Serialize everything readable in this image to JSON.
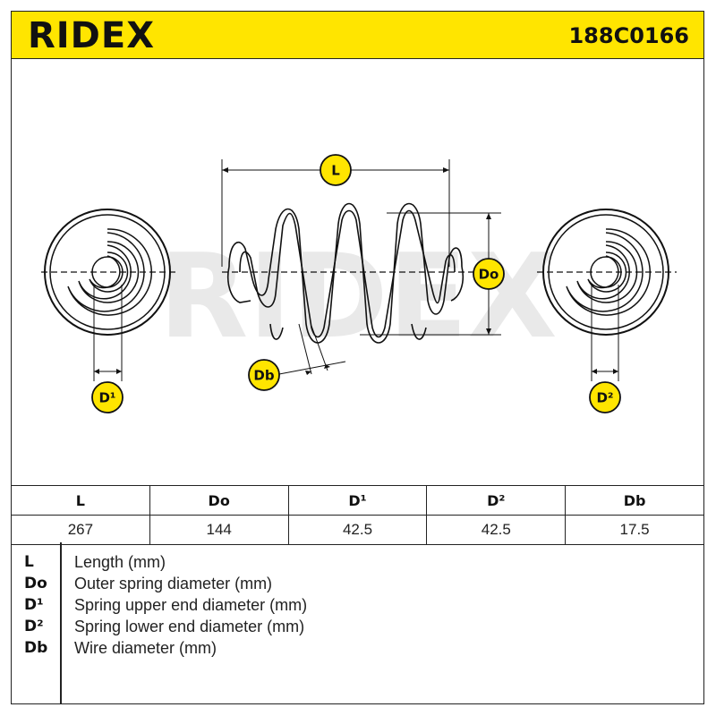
{
  "header": {
    "brand": "RIDEX",
    "part_number": "188C0166",
    "accent_color": "#ffe500"
  },
  "diagram": {
    "watermark": "RIDEX",
    "labels": {
      "length": "L",
      "outer_diameter": "Do",
      "wire_diameter": "Db",
      "upper_end_diameter": "D¹",
      "lower_end_diameter": "D²"
    }
  },
  "spec_table": {
    "columns": [
      "L",
      "Do",
      "D¹",
      "D²",
      "Db"
    ],
    "values": [
      "267",
      "144",
      "42.5",
      "42.5",
      "17.5"
    ]
  },
  "legend": [
    {
      "symbol": "L",
      "description": "Length (mm)"
    },
    {
      "symbol": "Do",
      "description": "Outer spring diameter (mm)"
    },
    {
      "symbol": "D¹",
      "description": "Spring upper end diameter (mm)"
    },
    {
      "symbol": "D²",
      "description": "Spring lower end diameter (mm)"
    },
    {
      "symbol": "Db",
      "description": "Wire diameter (mm)"
    }
  ]
}
